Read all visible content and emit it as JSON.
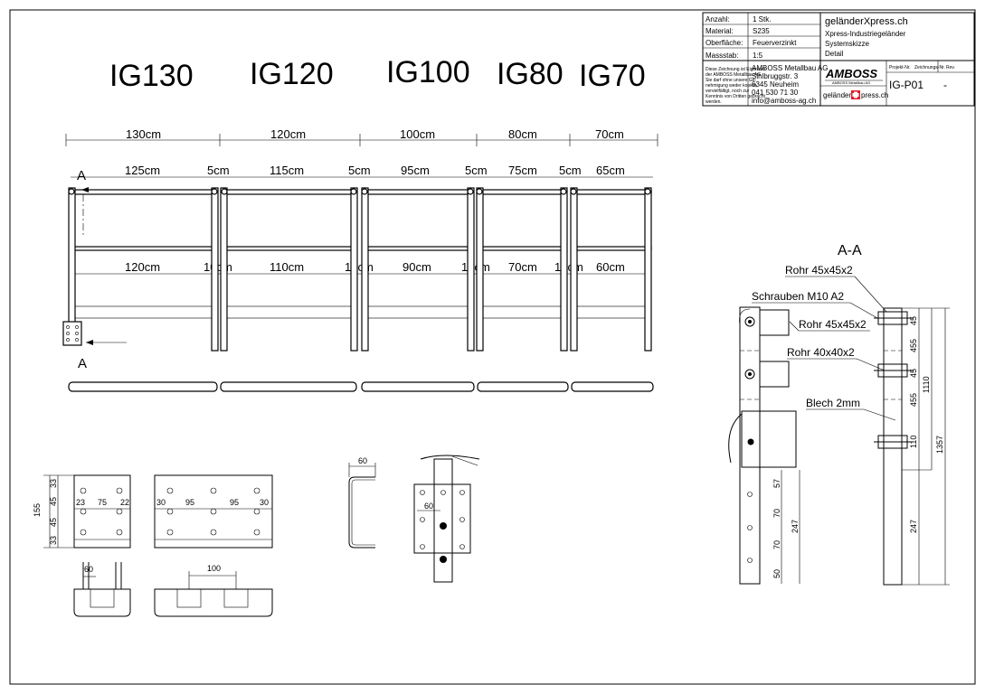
{
  "title_block": {
    "fields": [
      {
        "label": "Anzahl:",
        "value": "1 Stk."
      },
      {
        "label": "Material:",
        "value": "S235"
      },
      {
        "label": "Oberfläche:",
        "value": "Feuerverzinkt"
      },
      {
        "label": "Massstab:",
        "value": "1:5"
      }
    ],
    "product_name": "geländerXpress.ch",
    "subtitle": "Xpress-Industriegeländer",
    "drawing_type": "Systemskizze",
    "detail": "Detail",
    "company_lines": [
      "AMBOSS Metallbau AG",
      "Sihlbruggstr. 3",
      "6345 Neuheim",
      "041 530 71 30",
      "info@amboss-ag.ch"
    ],
    "notice_lines": [
      "Diese Zeichnung ist Eigentum",
      "der AMBOSS Metallbau AG.",
      "Sie darf ohne unsere Ge-",
      "nehmigung weder kopiert,",
      "vervielfältigt, noch zur",
      "Kenntnis von Dritten gebracht",
      "werden."
    ],
    "logo_text": "AMBOSS",
    "logo_sub": "AMBOSS Metallbau AG",
    "logo2_left": "geländer",
    "logo2_right": "press.ch",
    "project_label": "Projekt-Nr.",
    "drawing_label": "Zeichnungs-Nr.",
    "rev_label": "Rev.",
    "drawing_no": "IG-P01",
    "rev": "-"
  },
  "models": [
    "IG130",
    "IG120",
    "IG100",
    "IG80",
    "IG70"
  ],
  "dims_top": [
    "130cm",
    "120cm",
    "100cm",
    "80cm",
    "70cm"
  ],
  "dims_mid": [
    "125cm",
    "5cm",
    "115cm",
    "5cm",
    "95cm",
    "5cm",
    "75cm",
    "5cm",
    "65cm"
  ],
  "dims_low": [
    "120cm",
    "10cm",
    "110cm",
    "10cm",
    "90cm",
    "10cm",
    "70cm",
    "10cm",
    "60cm"
  ],
  "section_mark": "A",
  "section_title": "A-A",
  "callouts": [
    "Rohr 45x45x2",
    "Schrauben M10 A2",
    "Rohr 45x45x2",
    "Rohr 40x40x2",
    "Blech 2mm"
  ],
  "right_dims": [
    "45",
    "455",
    "45",
    "455",
    "110",
    "1110",
    "1357",
    "247"
  ],
  "left_dims": [
    "57",
    "70",
    "70",
    "50",
    "247"
  ],
  "plate1_dims": {
    "height": "155",
    "rows": [
      "33",
      "45",
      "45",
      "33"
    ],
    "cols": [
      "23",
      "75",
      "22"
    ]
  },
  "plate2_dims": {
    "cols": [
      "30",
      "95",
      "95",
      "30"
    ]
  },
  "plate_bottom_dims": [
    "60",
    "100"
  ],
  "bracket_dims": [
    "60",
    "60"
  ],
  "colors": {
    "line": "#000000",
    "logo_cross": "#e11d2a"
  }
}
